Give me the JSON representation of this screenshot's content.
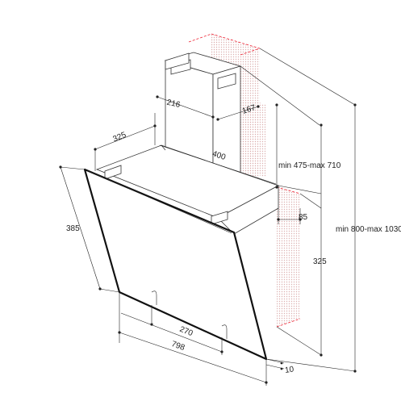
{
  "dimensions": {
    "chimney_width": "216",
    "chimney_depth": "167",
    "hood_depth": "325",
    "hood_width": "400",
    "chimney_range": "min 475-max 710",
    "total_range": "min 800-max 1030",
    "wall_offset": "85",
    "glass_height": "385",
    "body_height": "325",
    "bracket_spacing": "270",
    "glass_width": "798",
    "glass_thickness": "10"
  }
}
